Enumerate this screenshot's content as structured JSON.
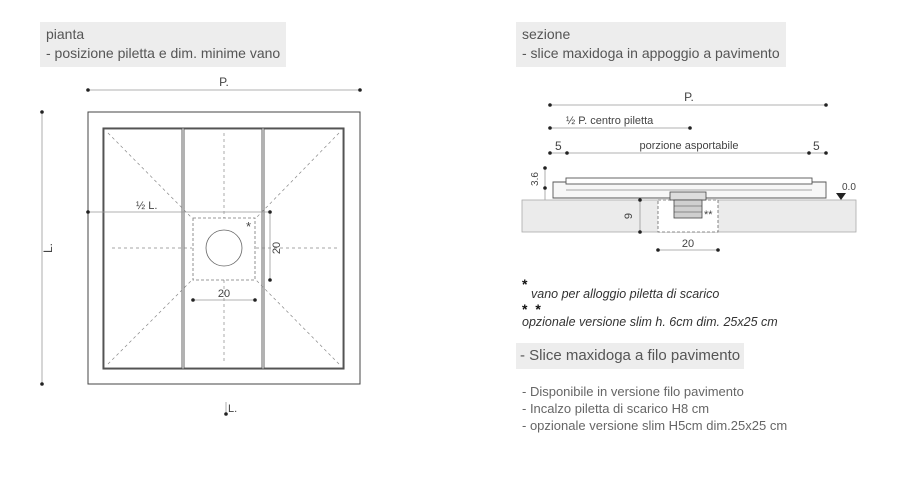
{
  "plan": {
    "title": "pianta",
    "subtitle": "- posizione piletta e dim. minime vano",
    "dim_width": "P.",
    "dim_length": "L.",
    "dim_length_bottom": "L.",
    "half_length": "½ L.",
    "drain_width": "20",
    "drain_height": "20",
    "drain_mark": "*"
  },
  "section": {
    "title": "sezione",
    "subtitle": "- slice maxidoga in appoggio a pavimento",
    "dim_width": "P.",
    "half_width": "½ P. centro piletta",
    "edge_left": "5",
    "edge_right": "5",
    "removable": "porzione asportabile",
    "height": "3.6",
    "floor_level": "0.0",
    "cavity_depth": "9",
    "cavity_width": "20",
    "cavity_mark": "**"
  },
  "notes": {
    "star1": "*",
    "note1": "vano per alloggio piletta di scarico",
    "star2": "* *",
    "note2": "opzionale versione slim h. 6cm dim. 25x25 cm"
  },
  "flush": {
    "heading": "- Slice maxidoga a filo pavimento",
    "items": [
      "- Disponibile in versione filo pavimento",
      "- Incalzo piletta di scarico H8 cm",
      "- opzionale versione slim H5cm dim.25x25 cm"
    ]
  }
}
